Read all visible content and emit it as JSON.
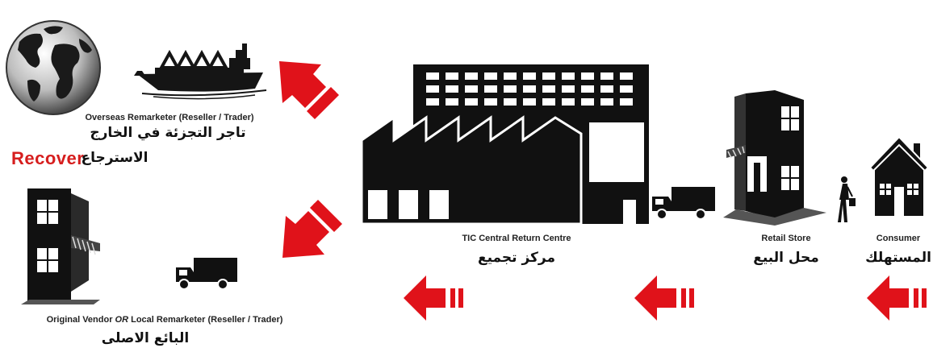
{
  "colors": {
    "arrow": "#e0121a",
    "ink": "#111111",
    "recover": "#d61e1e"
  },
  "overseas": {
    "en": "Overseas Remarketer (Reseller / Trader)",
    "ar": "تاجر التجزئة في الخارج",
    "icon": "globe-icon",
    "icon2": "cargo-ship-icon"
  },
  "recover": {
    "en": "Recover",
    "ar": "الاسترجاع"
  },
  "vendor": {
    "en_part1": "Original Vendor ",
    "en_or": "OR",
    "en_part2": " Local Remarketer (Reseller / Trader)",
    "ar": "البائع الاصلى",
    "icon": "vendor-building-icon"
  },
  "centre": {
    "en": "TIC Central Return Centre",
    "ar": "مركز تجميع",
    "icon": "factory-icon"
  },
  "retail": {
    "en": "Retail Store",
    "ar": "محل البيع",
    "icon": "store-building-icon"
  },
  "consumer": {
    "en": "Consumer",
    "ar": "المستهلك",
    "icon": "house-icon"
  }
}
